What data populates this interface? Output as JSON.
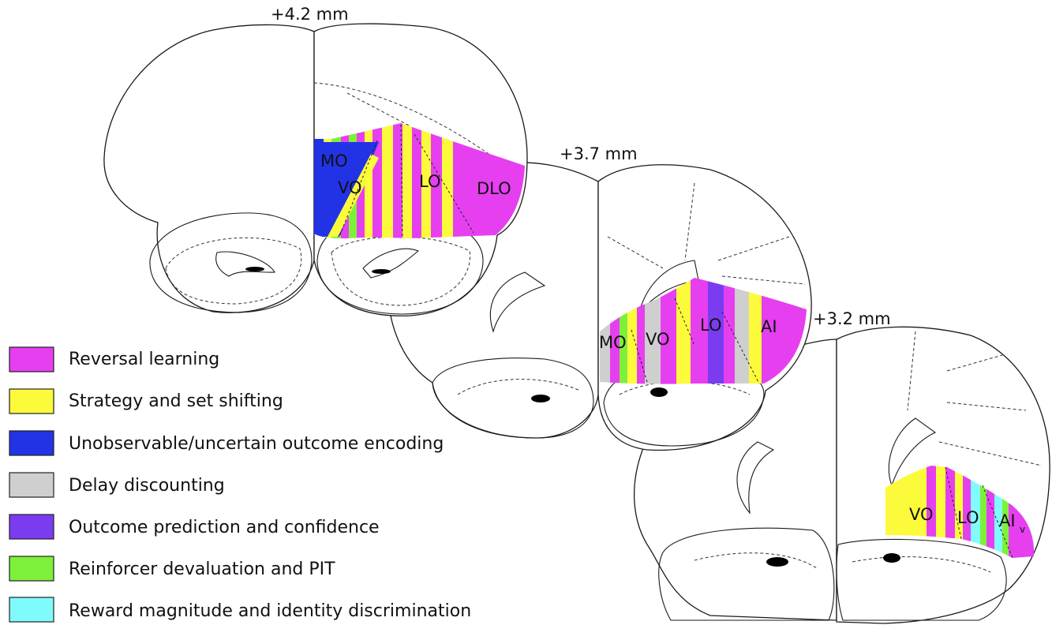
{
  "sections": [
    {
      "id": "s1",
      "label": "+4.2 mm",
      "regions": [
        "MO",
        "VO",
        "LO",
        "DLO"
      ]
    },
    {
      "id": "s2",
      "label": "+3.7 mm",
      "regions": [
        "MO",
        "VO",
        "LO",
        "AI"
      ]
    },
    {
      "id": "s3",
      "label": "+3.2 mm",
      "regions": [
        "VO",
        "LO",
        "AI",
        "v"
      ]
    }
  ],
  "legend": [
    {
      "label": "Reversal learning",
      "color": "#e63ff0"
    },
    {
      "label": "Strategy and set shifting",
      "color": "#fbfb3c"
    },
    {
      "label": "Unobservable/uncertain outcome encoding",
      "color": "#2233e6"
    },
    {
      "label": "Delay discounting",
      "color": "#cfcfcf"
    },
    {
      "label": "Outcome prediction and confidence",
      "color": "#7a3cf0"
    },
    {
      "label": "Reinforcer devaluation and PIT",
      "color": "#7ef03a"
    },
    {
      "label": "Reward magnitude and identity discrimination",
      "color": "#80fbfb"
    }
  ]
}
